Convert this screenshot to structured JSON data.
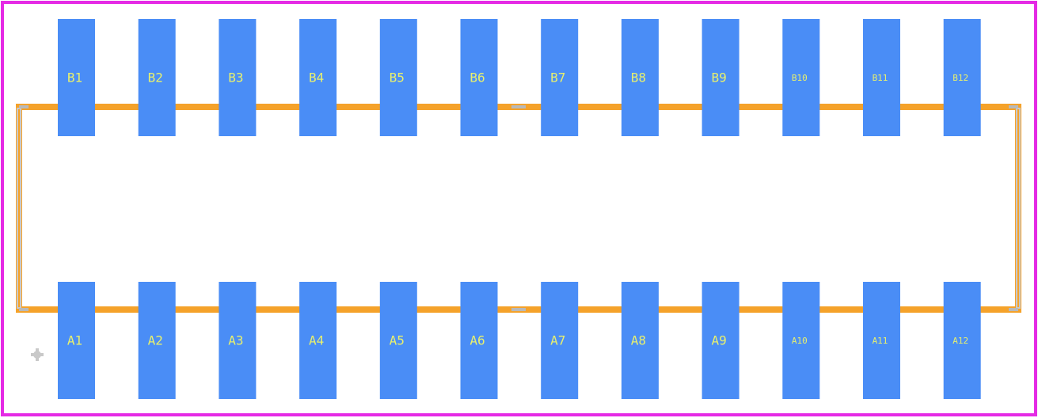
{
  "footprint": {
    "top_row": [
      "B1",
      "B2",
      "B3",
      "B4",
      "B5",
      "B6",
      "B7",
      "B8",
      "B9",
      "B10",
      "B11",
      "B12"
    ],
    "bottom_row": [
      "A1",
      "A2",
      "A3",
      "A4",
      "A5",
      "A6",
      "A7",
      "A8",
      "A9",
      "A10",
      "A11",
      "A12"
    ],
    "colors": {
      "pad": "#4a8df6",
      "pad_label": "#e8f06e",
      "silkscreen": "#f5a22a",
      "courtyard": "#e52ae5",
      "marker": "#c9c9c9"
    }
  }
}
